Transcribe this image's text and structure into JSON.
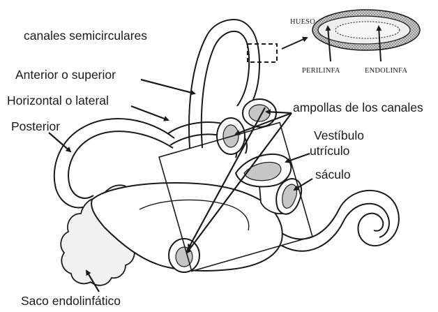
{
  "colors": {
    "ink": "#1a1a1a",
    "background": "#ffffff",
    "bone_fill": "#b8b8b8",
    "fluid_fill": "#dedede"
  },
  "labels": {
    "canales_semicirculares": "canales semicirculares",
    "anterior": "Anterior o superior",
    "horizontal": "Horizontal o lateral",
    "posterior": "Posterior",
    "ampollas": "ampollas de los canales",
    "vestibulo": "Vestíbulo",
    "utriculo": "utrículo",
    "saculo": "sáculo",
    "saco": "Saco endolinfático"
  },
  "inset": {
    "hueso": "HUESO",
    "perilinfa": "PERILINFA",
    "endolinfa": "ENDOLINFA"
  }
}
